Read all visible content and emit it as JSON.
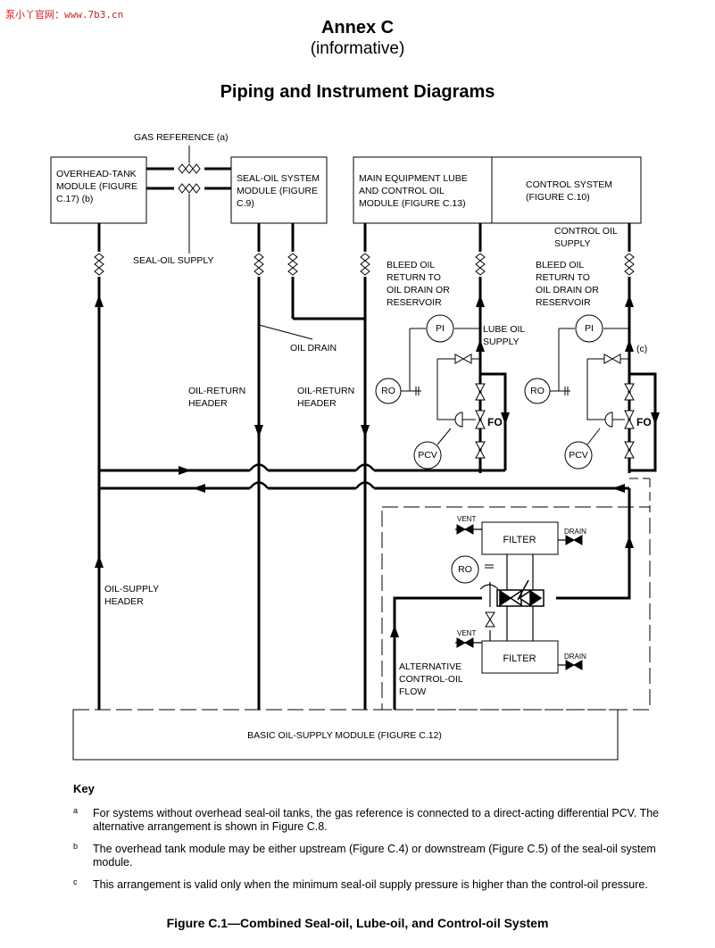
{
  "watermark": "泵小丫官网：www.7b3.cn",
  "header": {
    "annex": "Annex C",
    "informative": "(informative)",
    "title": "Piping and Instrument Diagrams"
  },
  "diagram": {
    "boxes": {
      "overhead_tank": [
        "OVERHEAD-TANK",
        "MODULE (FIGURE",
        "C.17) (b)"
      ],
      "seal_oil": [
        "SEAL-OIL SYSTEM",
        "MODULE (FIGURE",
        "C.9)"
      ],
      "main_lube": [
        "MAIN EQUIPMENT LUBE",
        "AND CONTROL OIL",
        "MODULE (FIGURE C.13)"
      ],
      "control_system": [
        "CONTROL SYSTEM",
        "(FIGURE C.10)"
      ],
      "basic_supply": "BASIC OIL-SUPPLY MODULE (FIGURE C.12)"
    },
    "labels": {
      "gas_reference": "GAS REFERENCE (a)",
      "seal_oil_supply": "SEAL-OIL SUPPLY",
      "control_oil_supply": [
        "CONTROL OIL",
        "SUPPLY"
      ],
      "bleed_oil": [
        "BLEED OIL",
        "RETURN TO",
        "OIL DRAIN OR",
        "RESERVOIR"
      ],
      "lube_oil_supply": [
        "LUBE OIL",
        "SUPPLY"
      ],
      "oil_drain": "OIL DRAIN",
      "oil_return_header": [
        "OIL-RETURN",
        "HEADER"
      ],
      "oil_supply_header": [
        "OIL-SUPPLY",
        "HEADER"
      ],
      "note_c": "(c)",
      "alt_flow": [
        "ALTERNATIVE",
        "CONTROL-OIL",
        "FLOW"
      ],
      "vent": "VENT",
      "drain": "DRAIN",
      "filter": "FILTER",
      "fo": "FO",
      "pi": "PI",
      "ro": "RO",
      "pcv": "PCV"
    }
  },
  "key": {
    "title": "Key",
    "notes": [
      {
        "letter": "a",
        "text": "For systems without overhead seal-oil tanks, the gas reference is connected to a direct-acting differential PCV. The alternative arrangement is shown in Figure C.8."
      },
      {
        "letter": "b",
        "text": "The overhead tank module may be either upstream (Figure C.4) or downstream (Figure C.5) of the seal-oil system module."
      },
      {
        "letter": "c",
        "text": "This arrangement is valid only when the minimum seal-oil supply pressure is higher than the control-oil pressure."
      }
    ]
  },
  "caption": "Figure C.1—Combined Seal-oil, Lube-oil, and Control-oil System"
}
